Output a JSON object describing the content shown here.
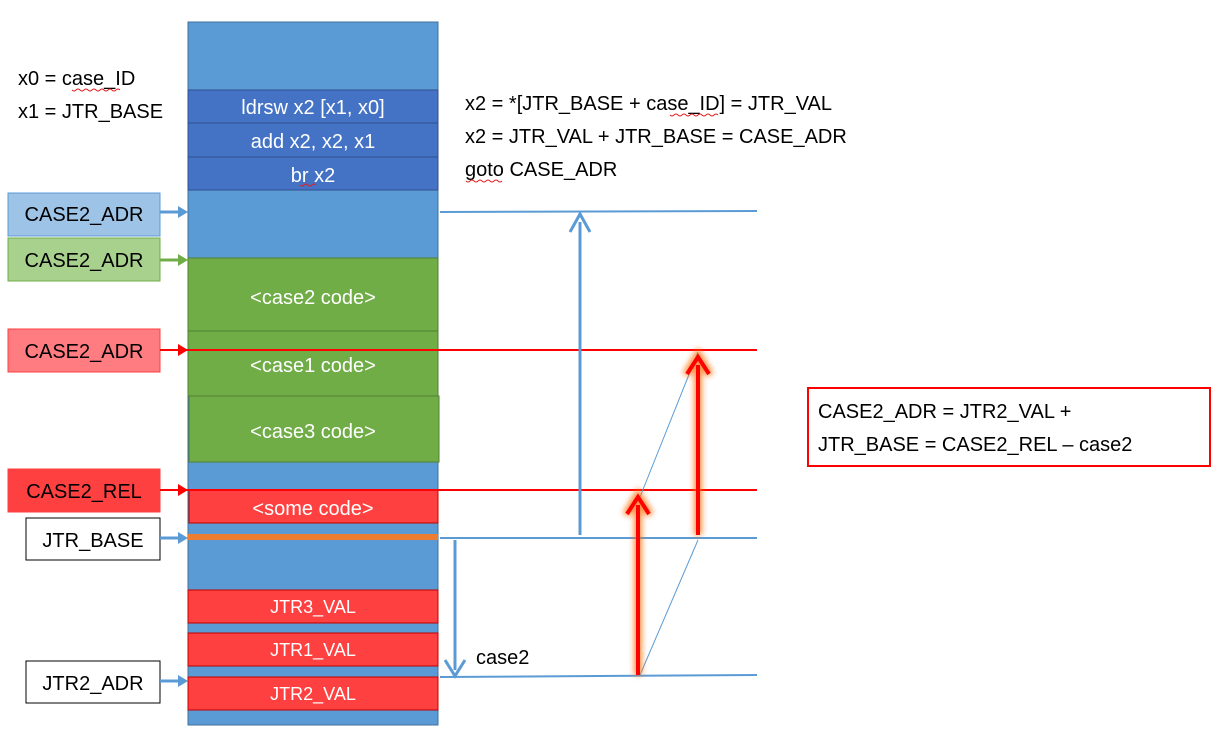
{
  "registers": {
    "x0": "x0 = case_ID",
    "x1": "x1 = JTR_BASE"
  },
  "instructions": [
    "ldrsw x2 [x1, x0]",
    "add x2, x2, x1",
    "br x2"
  ],
  "explanation": [
    "x2 = *[JTR_BASE + case_ID] = JTR_VAL",
    "x2 = JTR_VAL + JTR_BASE = CASE_ADR",
    "goto CASE_ADR"
  ],
  "memory_blocks": {
    "case2_code": "<case2 code>",
    "case1_code": "<case1 code>",
    "case3_code": "<case3 code>",
    "some_code": "<some code>",
    "jtr3_val": "JTR3_VAL",
    "jtr1_val": "JTR1_VAL",
    "jtr2_val": "JTR2_VAL"
  },
  "left_labels": {
    "case2_adr_blue": "CASE2_ADR",
    "case2_adr_green": "CASE2_ADR",
    "case2_adr_red": "CASE2_ADR",
    "case2_rel": "CASE2_REL",
    "jtr_base": "JTR_BASE",
    "jtr2_adr": "JTR2_ADR"
  },
  "offset_label": "case2",
  "formula_box": [
    "CASE2_ADR = JTR2_VAL +",
    "JTR_BASE = CASE2_REL – case2"
  ],
  "colors": {
    "memory_blue": "#5b9bd5",
    "instr_blue": "#4472c4",
    "code_green": "#70ad47",
    "data_red": "#ff4040",
    "arrow_blue": "#5b9bd5",
    "arrow_green": "#70ad47",
    "arrow_red": "#ff0000",
    "jtr_base_line": "#ed7d31"
  }
}
